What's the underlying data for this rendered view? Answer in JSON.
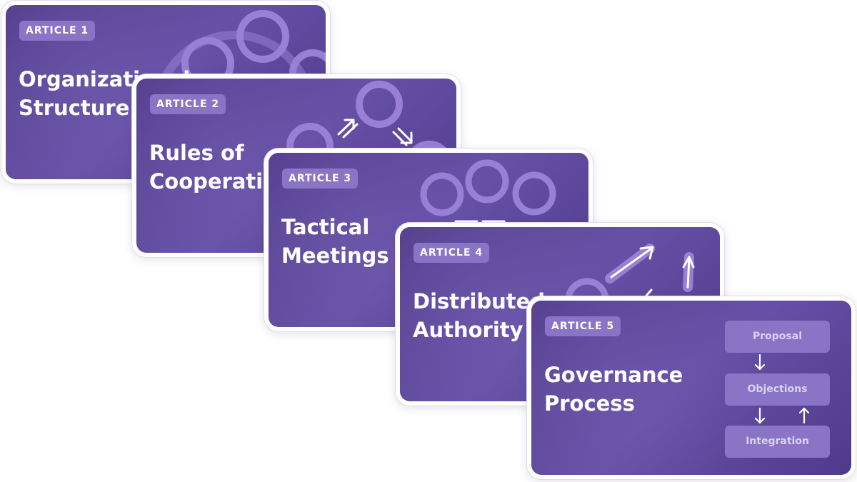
{
  "articles": [
    {
      "badge": "ARTICLE  1",
      "title_lines": [
        "Organizational",
        "Structure"
      ]
    },
    {
      "badge": "ARTICLE  2",
      "title_lines": [
        "Rules of",
        "Cooperation"
      ]
    },
    {
      "badge": "ARTICLE  3",
      "title_lines": [
        "Tactical",
        "Meetings"
      ]
    },
    {
      "badge": "ARTICLE  4",
      "title_lines": [
        "Distributed",
        "Authority"
      ]
    },
    {
      "badge": "ARTICLE  5",
      "title_lines": [
        "Governance",
        "Process"
      ]
    }
  ],
  "governance_flow": {
    "steps": [
      "Proposal",
      "Objections",
      "Integration"
    ],
    "arrow_icons": [
      "arrow-down-icon",
      "arrow-down-icon",
      "arrow-up-icon"
    ]
  },
  "colors": {
    "card_gradient": [
      "#55408f",
      "#6651a6",
      "#4f3a8c"
    ],
    "badge": "#8a74c6",
    "decor": "#9880d4",
    "flow_text": "#d9d2f1",
    "text": "#ffffff"
  },
  "icons": [
    "ring-cluster-icon",
    "cycle-arrows-icon",
    "circle-group-icon",
    "growth-arrows-icon",
    "flow-arrows-icon"
  ]
}
